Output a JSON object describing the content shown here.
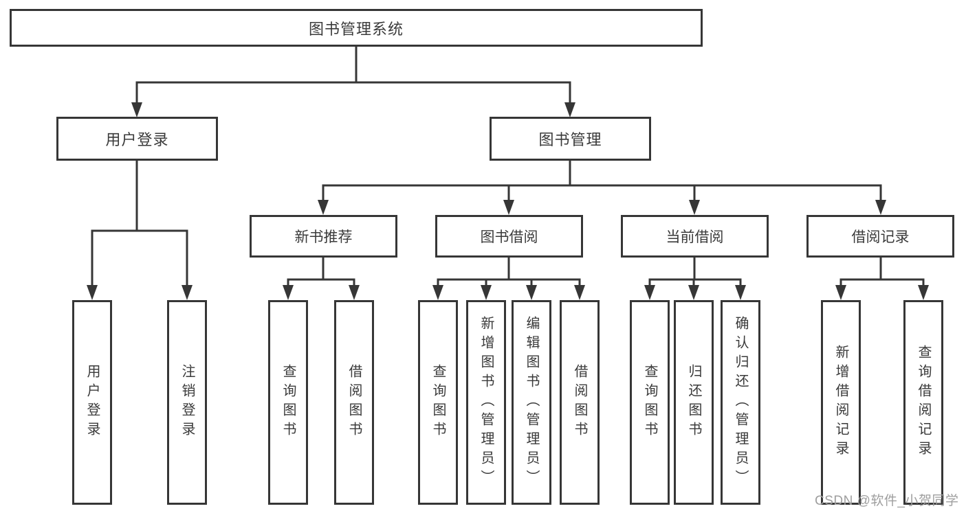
{
  "tree": {
    "label": "图书管理系统",
    "children": [
      {
        "label": "用户登录",
        "children": [
          {
            "label": "用户登录"
          },
          {
            "label": "注销登录"
          }
        ]
      },
      {
        "label": "图书管理",
        "children": [
          {
            "label": "新书推荐",
            "children": [
              {
                "label": "查询图书"
              },
              {
                "label": "借阅图书"
              }
            ]
          },
          {
            "label": "图书借阅",
            "children": [
              {
                "label": "查询图书"
              },
              {
                "label": "新增图书（管理员）"
              },
              {
                "label": "编辑图书（管理员）"
              },
              {
                "label": "借阅图书"
              }
            ]
          },
          {
            "label": "当前借阅",
            "children": [
              {
                "label": "查询图书"
              },
              {
                "label": "归还图书"
              },
              {
                "label": "确认归还（管理员）"
              }
            ]
          },
          {
            "label": "借阅记录",
            "children": [
              {
                "label": "新增借阅记录"
              },
              {
                "label": "查询借阅记录"
              }
            ]
          }
        ]
      }
    ]
  },
  "watermark": {
    "text": "CSDN @软件_小贺同学"
  },
  "colors": {
    "stroke": "#363636",
    "text": "#3a3a3a",
    "watermark": "#9e9e9e",
    "background": "#ffffff"
  }
}
